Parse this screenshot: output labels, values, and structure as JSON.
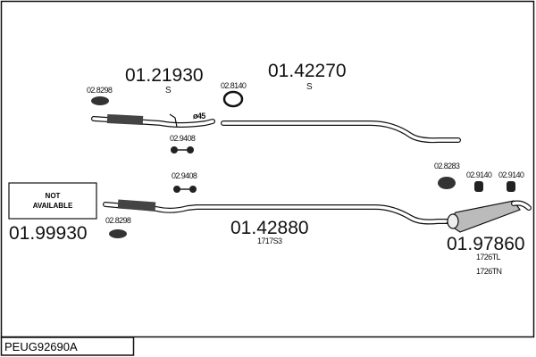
{
  "diagram": {
    "code": "PEUG92690A",
    "parts": {
      "front_pipe": {
        "number": "01.21930",
        "suffix": "S"
      },
      "center_pipe": {
        "number": "01.42270",
        "suffix": "S"
      },
      "center_silencer": {
        "number": "01.42880",
        "suffix": "1717S3"
      },
      "catalyst": {
        "number": "01.99930",
        "label_line1": "NOT",
        "label_line2": "AVAILABLE"
      },
      "rear_silencer": {
        "number": "01.97860",
        "suffix1": "1726TL",
        "suffix2": "1726TN"
      }
    },
    "accessories": {
      "clamp_top": "02.8298",
      "ring_top": "02.8140",
      "diameter": "ø45",
      "hanger_top": "02.9408",
      "hanger_mid": "02.9408",
      "clamp_mid": "02.8298",
      "clamp_rear": "02.8283",
      "rubber1": "02.9140",
      "rubber2": "02.9140"
    }
  }
}
